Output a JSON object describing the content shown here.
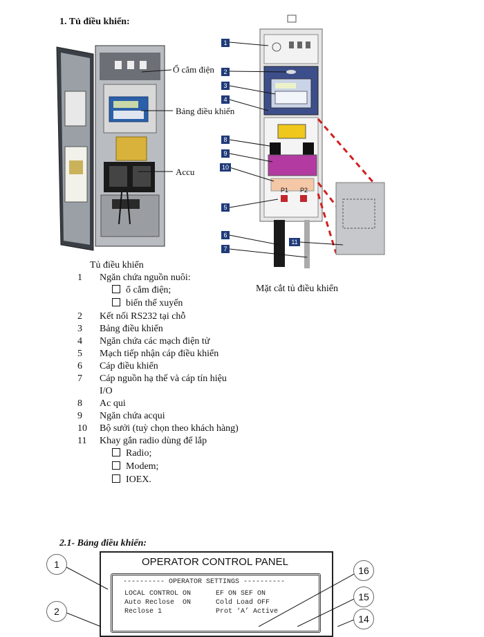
{
  "section1": {
    "heading": "1. Tủ điều khiển:"
  },
  "photo_labels": {
    "socket": "Ổ cắm điện",
    "panel": "Bảng điều khiển",
    "battery": "Accu"
  },
  "diagram": {
    "callouts": [
      "1",
      "2",
      "3",
      "4",
      "8",
      "9",
      "10",
      "5",
      "6",
      "11",
      "7"
    ],
    "p1": "P1",
    "p2": "P2",
    "caption": "Mặt cắt tủ điều khiển"
  },
  "list": {
    "title": "Tủ điều khiển",
    "items": [
      {
        "num": "1",
        "text": "Ngăn chứa nguồn nuôi:"
      },
      {
        "num": "",
        "text": "ổ cắm điện;",
        "check": true
      },
      {
        "num": "",
        "text": "biến thế xuyến",
        "check": true
      },
      {
        "num": "2",
        "text": "Kết nối RS232 tại chỗ"
      },
      {
        "num": "3",
        "text": "Bảng điều khiển"
      },
      {
        "num": "4",
        "text": "Ngăn chứa các mạch điện tử"
      },
      {
        "num": "5",
        "text": "Mạch tiếp nhận cáp điều khiển"
      },
      {
        "num": "6",
        "text": "Cáp điều khiển"
      },
      {
        "num": "7",
        "text": "Cáp nguồn hạ thế và cáp tín hiệu"
      },
      {
        "num": "",
        "text": "I/O"
      },
      {
        "num": "8",
        "text": "Ac qui"
      },
      {
        "num": "9",
        "text": "Ngăn chứa acqui"
      },
      {
        "num": "10",
        "text": "Bộ sưởi (tuỳ chọn theo khách hàng)"
      },
      {
        "num": "11",
        "text": "Khay gắn radio dùng để lắp"
      },
      {
        "num": "",
        "text": "Radio;",
        "check": true
      },
      {
        "num": "",
        "text": "Modem;",
        "check": true
      },
      {
        "num": "",
        "text": "IOEX.",
        "check": true
      }
    ]
  },
  "section2": {
    "heading": "2.1- Bảng điều khiển:"
  },
  "panel": {
    "title": "OPERATOR CONTROL PANEL",
    "lcd_header": "---------- OPERATOR SETTINGS ----------",
    "lcd_rows": [
      {
        "left": "LOCAL CONTROL ON",
        "right": "EF ON SEF ON"
      },
      {
        "left": "Auto Reclose  ON",
        "right": "Cold Load OFF"
      },
      {
        "left": "Reclose 1",
        "right": "Prot ‘A’ Active"
      }
    ],
    "callouts": [
      "1",
      "2",
      "16",
      "15",
      "14"
    ]
  }
}
